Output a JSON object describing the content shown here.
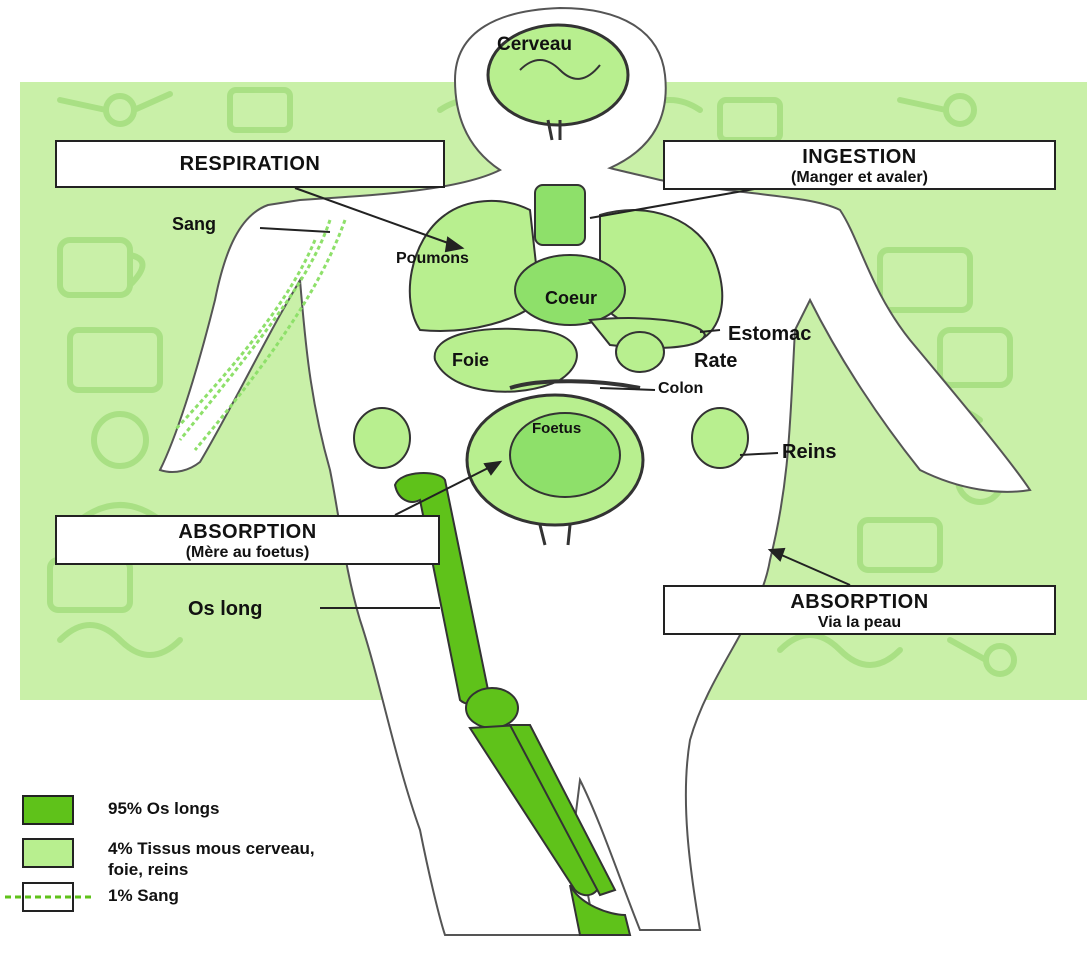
{
  "colors": {
    "background_panel": "#c9f0a8",
    "soft_tissue": "#b8ef8f",
    "bone": "#5fc21a",
    "outline": "#333333"
  },
  "boxes": {
    "respiration": {
      "title": "RESPIRATION"
    },
    "ingestion": {
      "title": "INGESTION",
      "subtitle": "(Manger et avaler)"
    },
    "absorption_foetus": {
      "title": "ABSORPTION",
      "subtitle": "(Mère au foetus)"
    },
    "absorption_peau": {
      "title": "ABSORPTION",
      "subtitle": "Via la peau"
    }
  },
  "labels": {
    "cerveau": "Cerveau",
    "sang": "Sang",
    "poumons": "Poumons",
    "coeur": "Coeur",
    "estomac": "Estomac",
    "foie": "Foie",
    "rate": "Rate",
    "colon": "Colon",
    "foetus": "Foetus",
    "reins": "Reins",
    "os_long": "Os long"
  },
  "legend": {
    "bone": "95% Os longs",
    "soft_line1": "4% Tissus mous cerveau,",
    "soft_line2": "foie, reins",
    "blood": "1% Sang"
  }
}
